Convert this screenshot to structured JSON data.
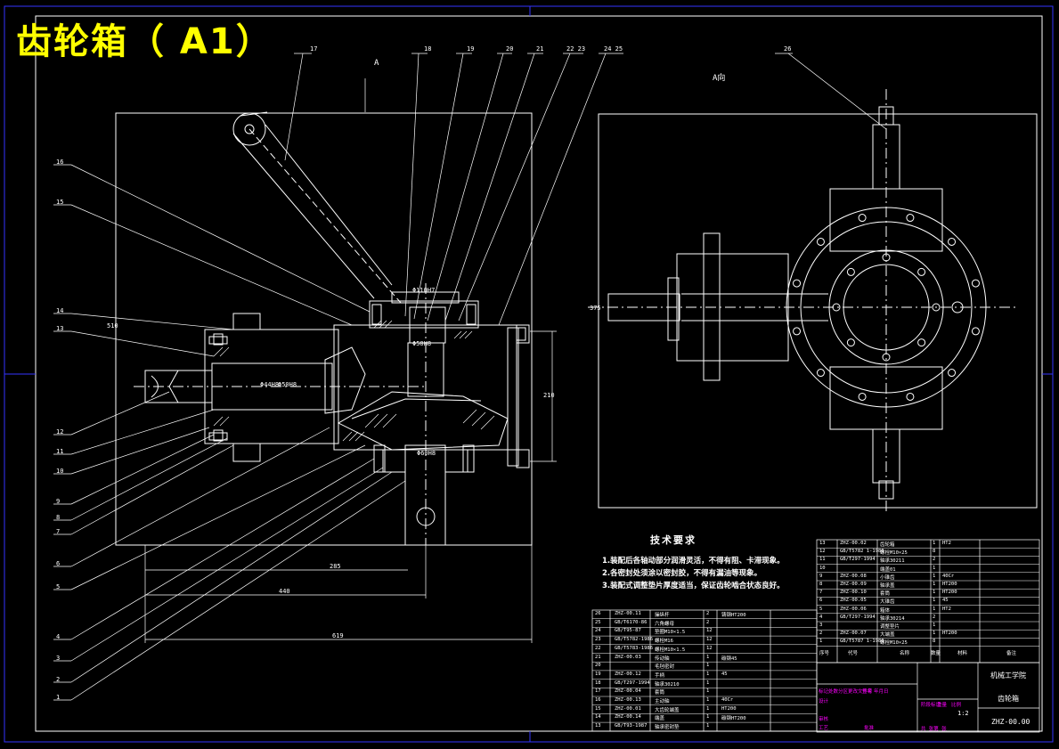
{
  "title": "齿轮箱（ A1）",
  "view_label": "A",
  "view_title_right": "A向",
  "balloons_top": [
    "17",
    "18",
    "19",
    "20",
    "21",
    "22 23",
    "24 25",
    "26"
  ],
  "balloons_left": [
    "16",
    "15",
    "14",
    "13",
    "12",
    "11",
    "10",
    "9",
    "8",
    "7",
    "6",
    "5",
    "4",
    "3",
    "2",
    "1"
  ],
  "dimensions": {
    "d_shaft": "Φ110H7",
    "d_bore1": "Φ50H8",
    "d_bore2": "Φ60H8",
    "d_left1": "Φ44H8",
    "d_left2": "Φ50H8",
    "height": "210",
    "len1": "285",
    "len2": "440",
    "len3": "619",
    "h_left": "510",
    "h_right": "375"
  },
  "tech_requirements": {
    "title": "技术要求",
    "lines": [
      "1.装配后各轴动部分润滑灵活，不得有阻、卡滞现象。",
      "2.各密封处须涂以密封胶，不得有漏油等现象。",
      "3.装配式调整垫片厚度适当，保证齿轮啮合状态良好。"
    ]
  },
  "parts_upper": [
    [
      "13",
      "ZHZ-00.02",
      "齿轮箱",
      "1",
      "HT2"
    ],
    [
      "12",
      "GB/T5782 1-1986",
      "螺栓M10×25",
      "8",
      ""
    ],
    [
      "11",
      "GB/T297-1994",
      "轴承30211",
      "2",
      ""
    ],
    [
      "10",
      "",
      "端盖01",
      "1",
      ""
    ],
    [
      "9",
      "ZHZ-00.08",
      "小锥齿",
      "1",
      "40Cr"
    ],
    [
      "8",
      "ZHZ-00.09",
      "轴承盖",
      "1",
      "HT200"
    ],
    [
      "7",
      "ZHZ-00.10",
      "套筒",
      "1",
      "HT200"
    ],
    [
      "6",
      "ZHZ-00.05",
      "大锥齿",
      "1",
      "45"
    ],
    [
      "5",
      "ZHZ-00.06",
      "箱体",
      "1",
      "HT2"
    ],
    [
      "4",
      "GB/T297-1994",
      "轴承30214",
      "2",
      ""
    ],
    [
      "3",
      "",
      "调整垫片",
      "1",
      ""
    ],
    [
      "2",
      "ZHZ-00.07",
      "大端盖",
      "1",
      "HT200"
    ],
    [
      "1",
      "GB/T5787 1-1986",
      "螺栓M10×25",
      "8",
      ""
    ]
  ],
  "parts_upper_header": [
    "序号",
    "代号",
    "名称",
    "数量",
    "材料",
    "备注"
  ],
  "parts_lower": [
    [
      "26",
      "ZHZ-00.11",
      "操纵杆",
      "2",
      "铸钢HT200"
    ],
    [
      "25",
      "GB/T6170-86",
      "六角螺母",
      "2",
      ""
    ],
    [
      "24",
      "GB/T95-87",
      "垫圈M10×1.5",
      "12",
      ""
    ],
    [
      "23",
      "GB/T5782-1986",
      "螺栓M16",
      "12",
      ""
    ],
    [
      "22",
      "GB/T5783-1986",
      "螺栓M10×1.5",
      "12",
      ""
    ],
    [
      "21",
      "ZHZ-00.03",
      "传动轴",
      "1",
      "碳钢45"
    ],
    [
      "20",
      "",
      "毛毡密封",
      "1",
      ""
    ],
    [
      "19",
      "ZHZ-00.12",
      "手柄",
      "1",
      "45"
    ],
    [
      "18",
      "GB/T297-1994",
      "轴承30210",
      "1",
      ""
    ],
    [
      "17",
      "ZHZ-00.04",
      "套筒",
      "1",
      ""
    ],
    [
      "16",
      "ZHZ-00.13",
      "主动轴",
      "1",
      "40Cr"
    ],
    [
      "15",
      "ZHZ-00.01",
      "大齿轮端盖",
      "1",
      "HT200"
    ],
    [
      "14",
      "ZHZ-00.14",
      "端盖",
      "1",
      "碳钢HT200"
    ],
    [
      "13",
      "GB/T93-1987",
      "轴承密封垫",
      "1",
      ""
    ]
  ],
  "title_block": {
    "school": "机械工学院",
    "name": "齿轮箱",
    "drawing_no": "ZHZ-00.00",
    "scale": "1:2",
    "labels": [
      "标记",
      "处数",
      "分区",
      "更改文件号",
      "签名",
      "年月日",
      "设计",
      "审核",
      "工艺",
      "批准",
      "阶段标记",
      "重量",
      "比例",
      "共 张第 张"
    ]
  },
  "colors": {
    "background": "#000000",
    "lines": "#ffffff",
    "title": "#ffff00",
    "frame": "#0000ff",
    "table_labels": "#ff00ff"
  }
}
